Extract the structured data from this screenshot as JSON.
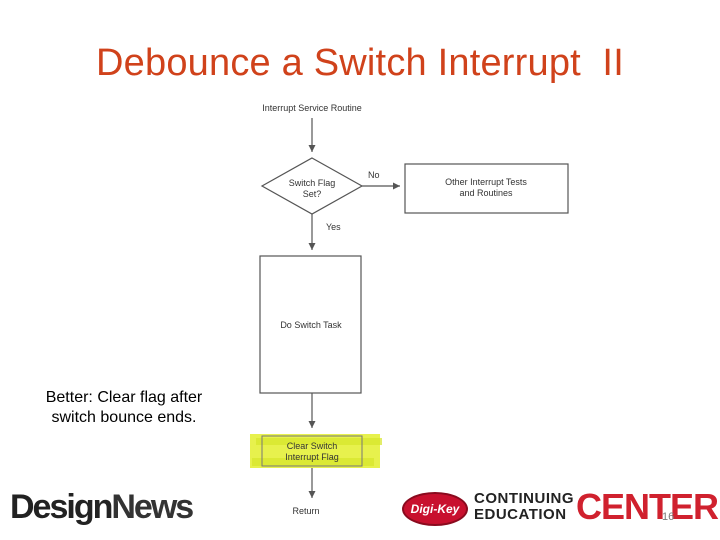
{
  "slide": {
    "title": "Debounce a Switch Interrupt  II",
    "note_line1": "Better: Clear flag after",
    "note_line2": "switch bounce ends.",
    "slide_number": "16"
  },
  "flowchart": {
    "start_label": "Interrupt Service Routine",
    "decision_line1": "Switch Flag",
    "decision_line2": "Set?",
    "no_label": "No",
    "yes_label": "Yes",
    "other_line1": "Other Interrupt Tests",
    "other_line2": "and Routines",
    "task_label": "Do Switch Task",
    "clear_line1": "Clear Switch",
    "clear_line2": "Interrupt Flag",
    "return_label": "Return",
    "highlight_color": "#e4f03a"
  },
  "logos": {
    "design": "Design",
    "news": "News",
    "digikey": "Digi-Key",
    "continuing": "CONTINUING",
    "education": "EDUCATION",
    "center": "CENTER"
  },
  "colors": {
    "title": "#d0421b",
    "center": "#d0212e",
    "digikey_badge": "#c8102e"
  }
}
